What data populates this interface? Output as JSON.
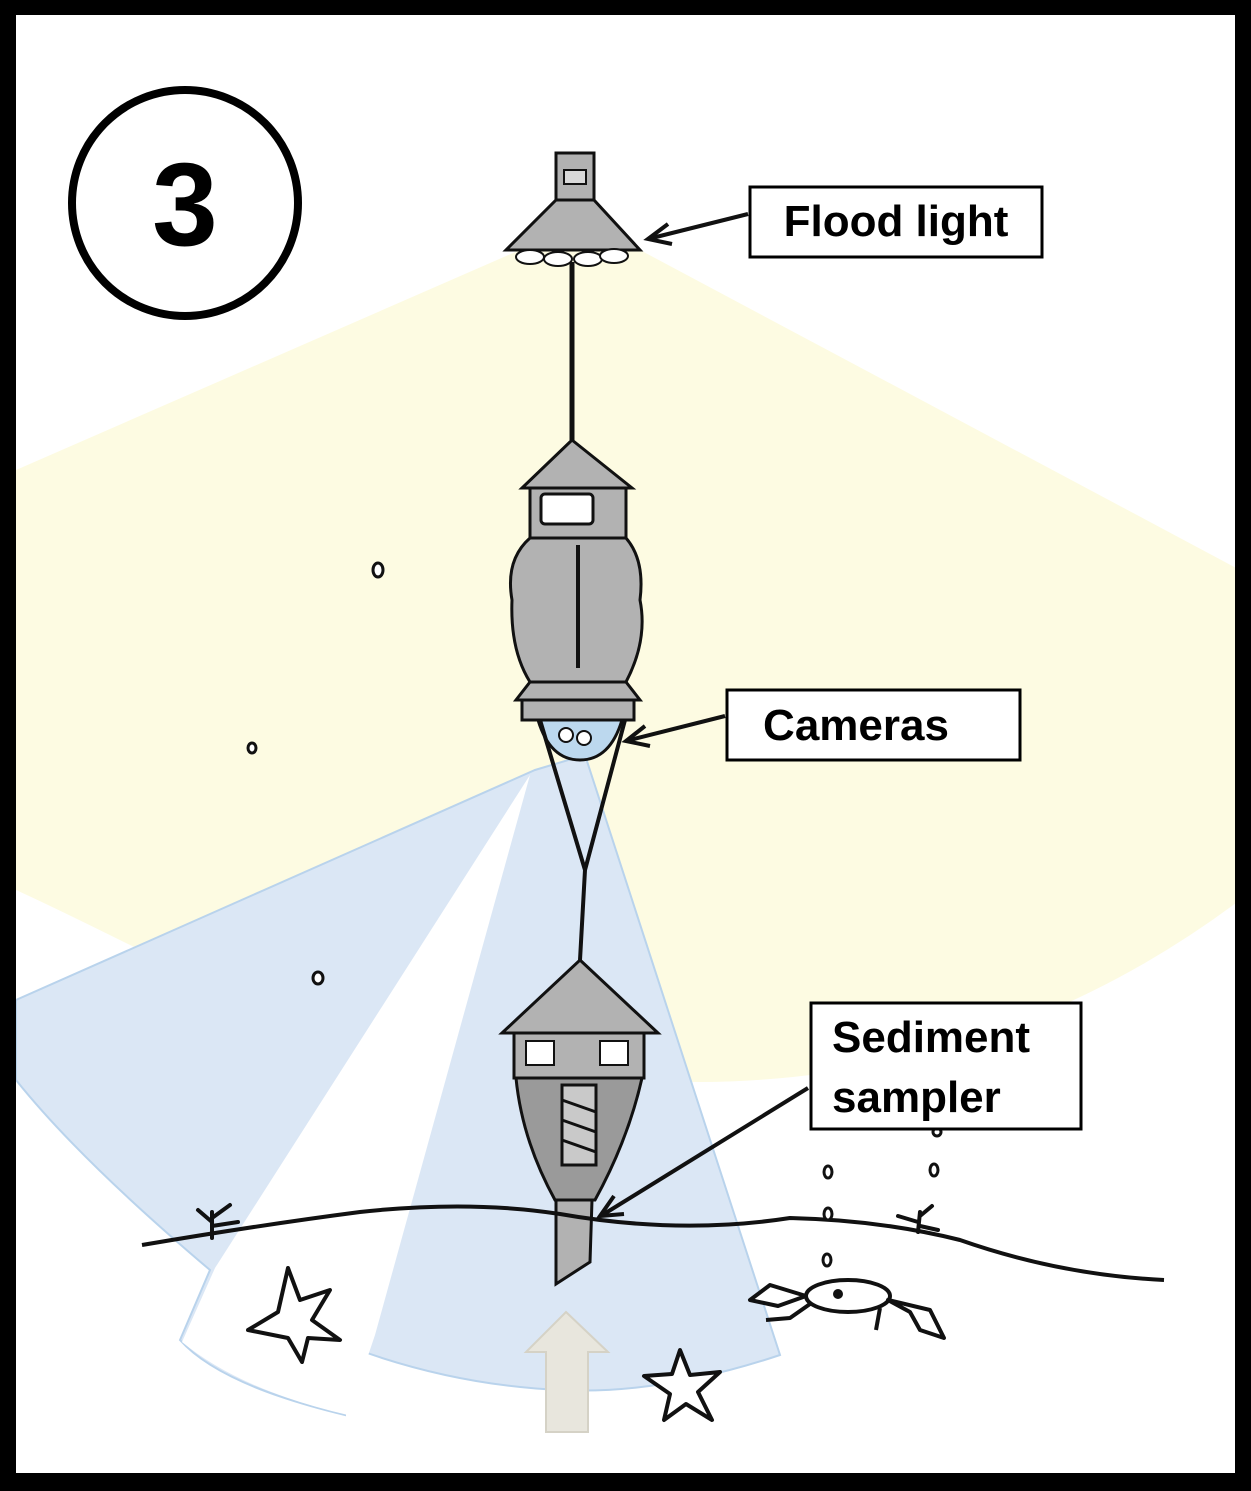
{
  "step": {
    "number": "3"
  },
  "labels": {
    "flood_light": "Flood light",
    "cameras": "Cameras",
    "sediment_sampler_line1": "Sediment",
    "sediment_sampler_line2": "sampler"
  },
  "colors": {
    "frame": "#000000",
    "background": "#ffffff",
    "light_beam": "#fdfbe2",
    "camera_view": "#dbe7f5",
    "camera_view_edge": "#b9d3ec",
    "device_body": "#b2b2b2",
    "camera_dome": "#bcd8ee",
    "upward_arrow": "#e8e6dd",
    "ink": "#111111"
  },
  "icons": {
    "step_badge": "circled-number",
    "flood_light": "lamp-shade-icon",
    "camera_housing": "camera-housing-icon",
    "sediment_sampler": "corer-icon",
    "seafloor": "wavy-line",
    "starfish": "starfish-icon",
    "lobster": "lobster-icon",
    "coral": "coral-sprig-icon",
    "bubbles": "bubble-icon",
    "upward_arrow": "arrow-up-icon"
  }
}
